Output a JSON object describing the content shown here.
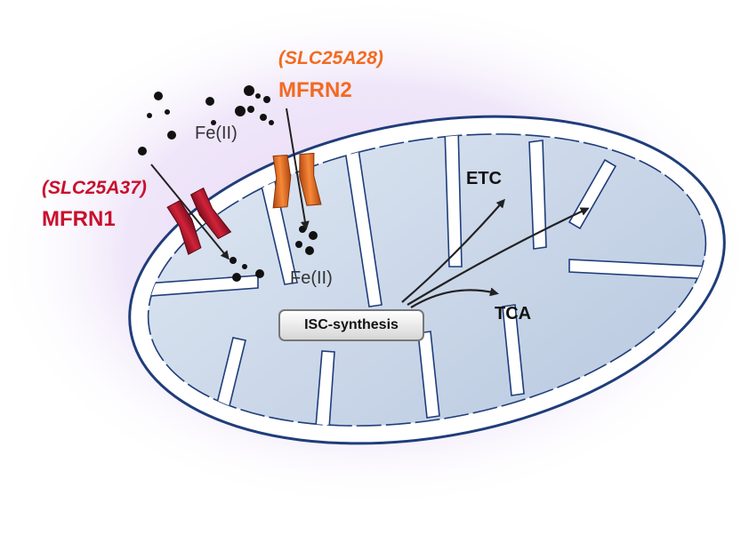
{
  "labels": {
    "gene_1": "(SLC25A37)",
    "protein_1": "MFRN1",
    "gene_2": "(SLC25A28)",
    "protein_2": "MFRN2",
    "iron_outside": "Fe(II)",
    "iron_inside": "Fe(II)",
    "isc": "ISC-synthesis",
    "etc": "ETC",
    "tca": "TCA"
  },
  "colors": {
    "mfrn1": "#c8102e",
    "mfrn2": "#f26a21",
    "membrane": "#1f3d7a",
    "matrix": "#c9d6e8",
    "glow": "#e4d3f5"
  }
}
